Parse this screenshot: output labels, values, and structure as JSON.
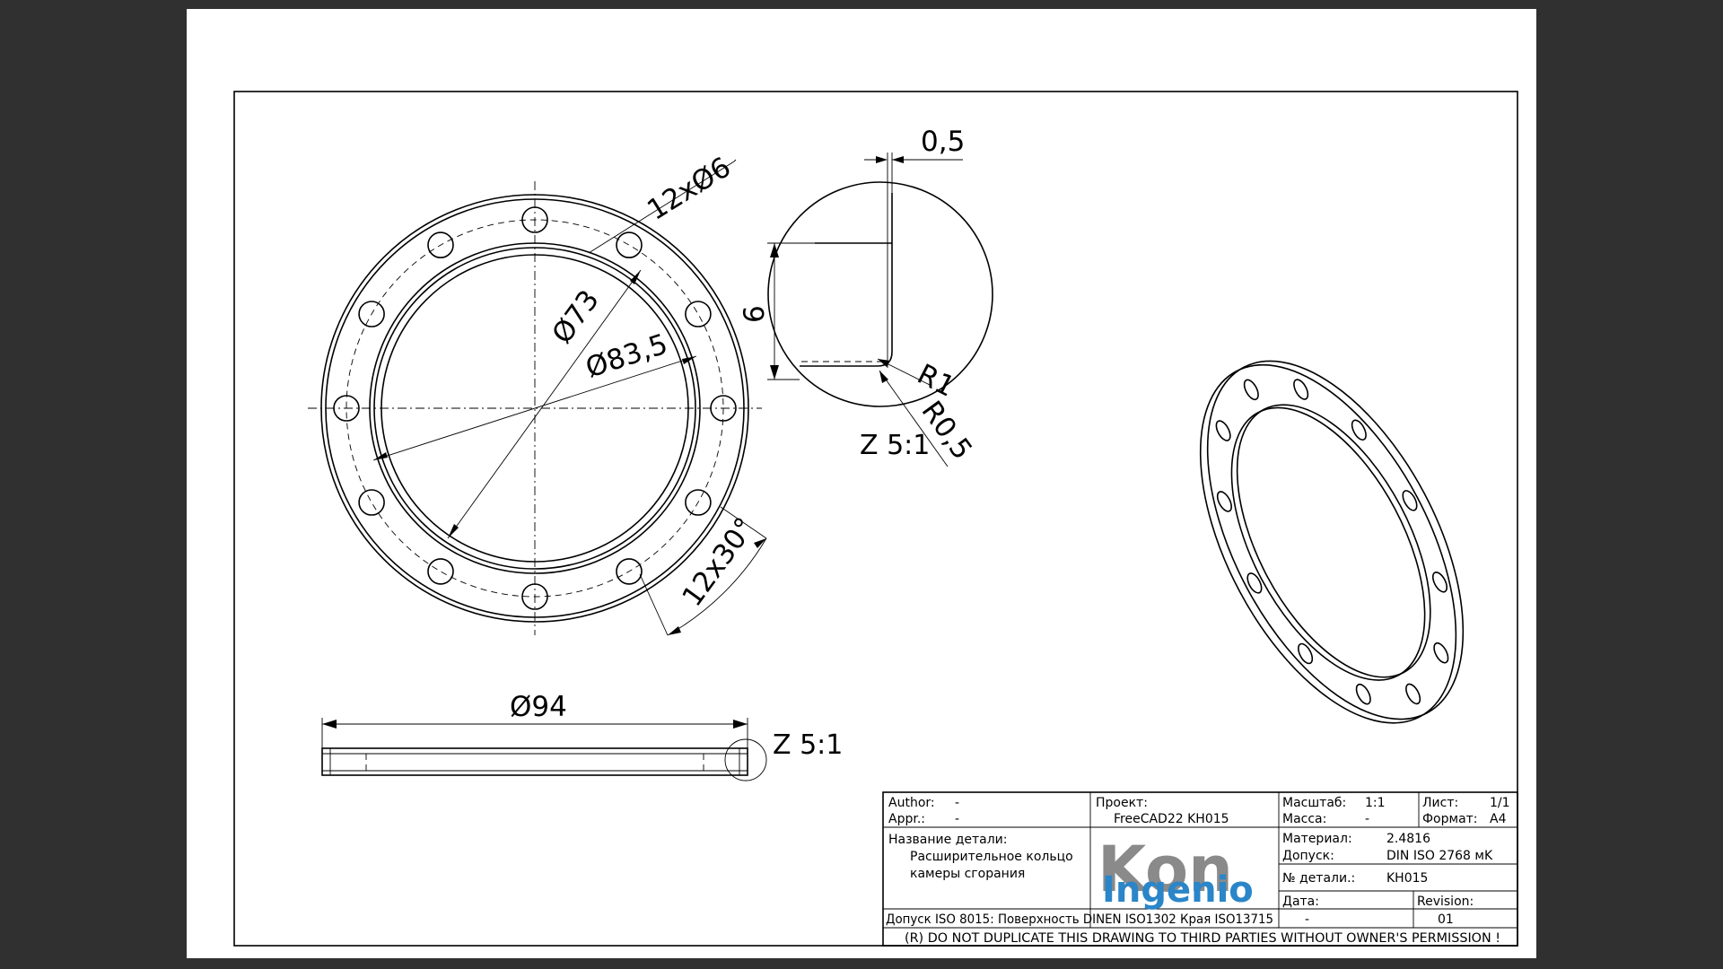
{
  "views": {
    "front": {
      "hole_callout": "12xØ6",
      "dia_inner": "Ø73",
      "dia_bolt_circle": "Ø83,5",
      "angle_callout": "12x30°"
    },
    "side": {
      "dia_outer": "Ø94",
      "detail_ref": "Z 5:1"
    },
    "detail": {
      "gap": "0,5",
      "height": "6",
      "radius_outer": "R1",
      "radius_inner": "R0,5",
      "label": "Z 5:1"
    }
  },
  "title_block": {
    "author_label": "Author:",
    "author_value": "-",
    "appr_label": "Appr.:",
    "appr_value": "-",
    "project_label": "Проект:",
    "project_value": "FreeCAD22 KH015",
    "scale_label": "Масштаб:",
    "scale_value": "1:1",
    "mass_label": "Масса:",
    "mass_value": "-",
    "sheet_label": "Лист:",
    "sheet_value": "1/1",
    "format_label": "Формат:",
    "format_value": "A4",
    "part_name_label": "Название детали:",
    "part_name_line1": "Расширительное кольцо",
    "part_name_line2": "камеры сгорания",
    "material_label": "Материал:",
    "material_value": "2.4816",
    "tolerance_label": "Допуск:",
    "tolerance_value": "DIN ISO 2768 мK",
    "part_no_label": "№ детали.:",
    "part_no_value": "KH015",
    "date_label": "Дата:",
    "date_value": "-",
    "revision_label": "Revision:",
    "revision_value": "01",
    "spec_line": "Допуск ISO 8015: Поверхность DINEN ISO1302 Края ISO13715",
    "copyright": "(R) DO NOT DUPLICATE THIS DRAWING TO THIRD PARTIES WITHOUT OWNER'S PERMISSION !",
    "logo_top": "Kon",
    "logo_bottom": "Ingenio"
  },
  "colors": {
    "background": "#303030",
    "sheet": "#ffffff",
    "logo_gray": "#8a8a8a",
    "logo_blue": "#2a86c8"
  }
}
